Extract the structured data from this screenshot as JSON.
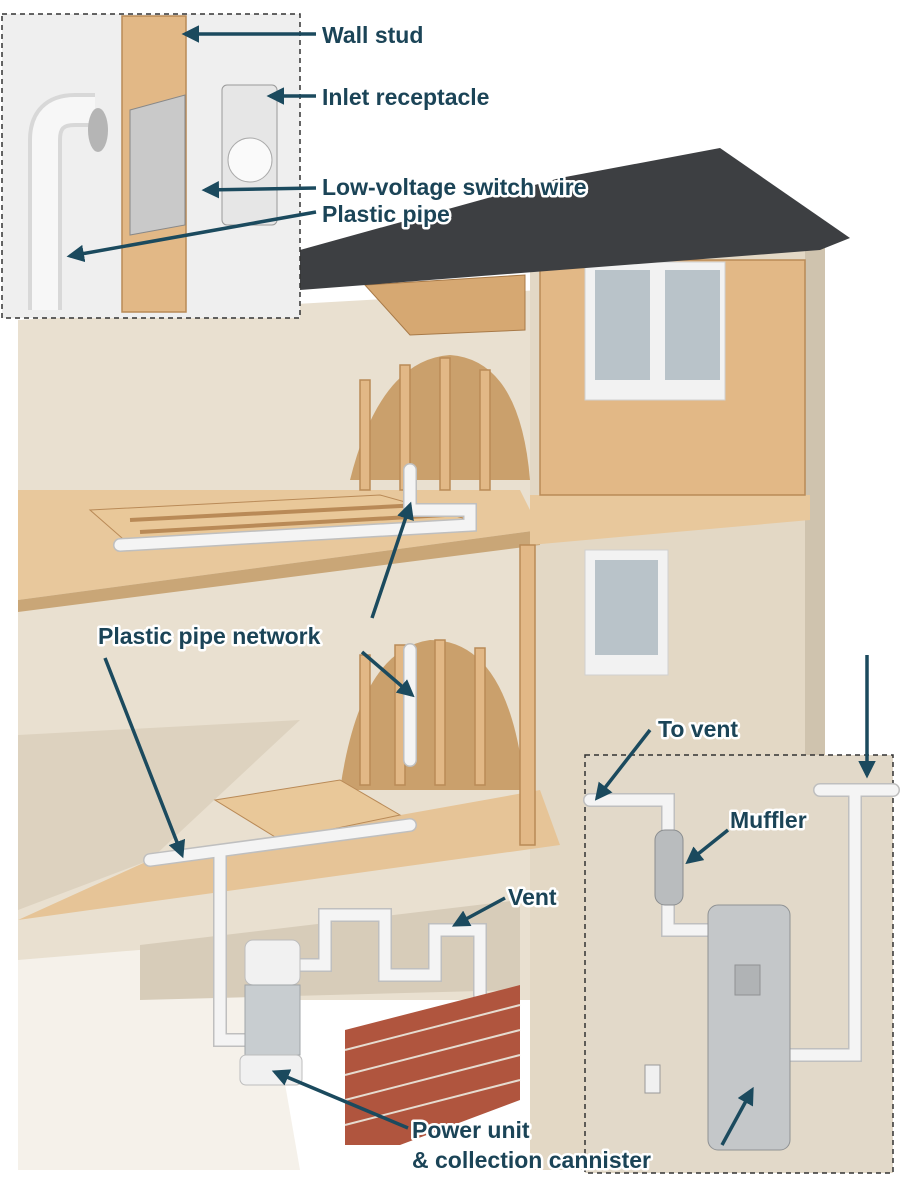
{
  "title": "Central vacuum system cutaway diagram",
  "colors": {
    "label": "#1b4457",
    "arrow": "#1b4a5e",
    "roof": "#3d3f42",
    "wall": "#e6dccb",
    "wood": "#e2b886"
  },
  "labels": {
    "wall_stud": "Wall stud",
    "inlet_receptacle": "Inlet receptacle",
    "switch_wire": "Low-voltage switch wire",
    "plastic_pipe": "Plastic pipe",
    "pipe_network": "Plastic pipe network",
    "to_vent": "To vent",
    "muffler": "Muffler",
    "vent": "Vent",
    "power_unit_line1": "Power unit",
    "power_unit_line2": "& collection cannister"
  }
}
